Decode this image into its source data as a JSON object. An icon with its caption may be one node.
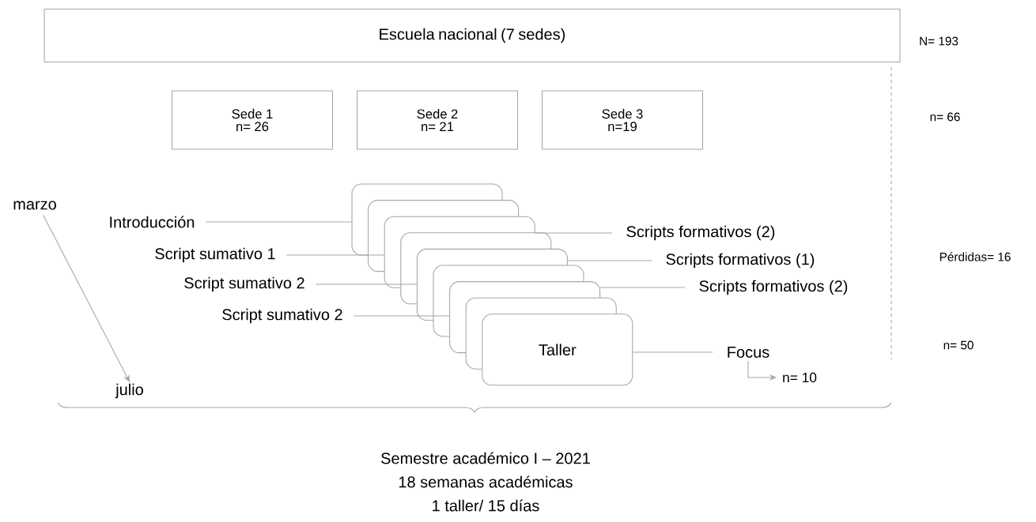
{
  "diagram": {
    "nodes": [
      {
        "text": [
          "Escuela nacional (7 sedes)"
        ]
      },
      {
        "text": [
          "Sede 1 n= 26"
        ]
      },
      {
        "text": [
          "Sede 2 n= 21"
        ]
      },
      {
        "text": [
          "Sede 3 n=19"
        ]
      },
      {
        "text": [],
        "shape": "box"
      },
      {
        "text": [],
        "shape": "box"
      },
      {
        "text": [],
        "shape": "box"
      },
      {
        "text": [],
        "shape": "box"
      },
      {
        "text": [],
        "shape": "box"
      },
      {
        "text": [],
        "shape": "box"
      },
      {
        "text": [],
        "shape": "box"
      },
      {
        "text": [],
        "shape": "box"
      },
      {
        "text": [
          "Taller"
        ]
      },
      {
        "text": [
          "Introducción"
        ]
      },
      {
        "text": [
          "Script sumativo 1"
        ]
      },
      {
        "text": [
          "Script sumativo 2"
        ]
      },
      {
        "text": [
          "Script sumativo 2"
        ]
      },
      {
        "text": [
          "Scripts formativos (2)"
        ]
      },
      {
        "text": [
          "Scripts formativos (1)"
        ]
      },
      {
        "text": [
          "Scripts formativos (2)"
        ]
      },
      {
        "text": [
          "Focus"
        ]
      },
      {
        "text": [
          "n= 10"
        ]
      },
      {
        "text": [
          "marzo"
        ]
      },
      {
        "text": [
          "julio"
        ]
      }
    ],
    "edges": [
      {
        "from": 13,
        "to": 4,
        "arrow": "none"
      },
      {
        "from": 14,
        "to": 6,
        "arrow": "none"
      },
      {
        "from": 15,
        "to": 8,
        "arrow": "none"
      },
      {
        "from": 16,
        "to": 10,
        "arrow": "none"
      },
      {
        "from": 17,
        "to": 6,
        "arrow": "none"
      },
      {
        "from": 18,
        "to": 8,
        "arrow": "none"
      },
      {
        "from": 19,
        "to": 10,
        "arrow": "none"
      },
      {
        "from": 20,
        "to": 12,
        "arrow": "none"
      },
      {
        "from": 20,
        "to": 21,
        "arrow": "to"
      },
      {
        "from": 22,
        "to": 23,
        "arrow": "to"
      }
    ],
    "labels": [
      "N= 193",
      "n= 66",
      "Pérdidas= 16",
      "n= 50",
      "Semestre académico I – 2021",
      "18 semanas académicas",
      "1 taller/ 15 días"
    ]
  }
}
